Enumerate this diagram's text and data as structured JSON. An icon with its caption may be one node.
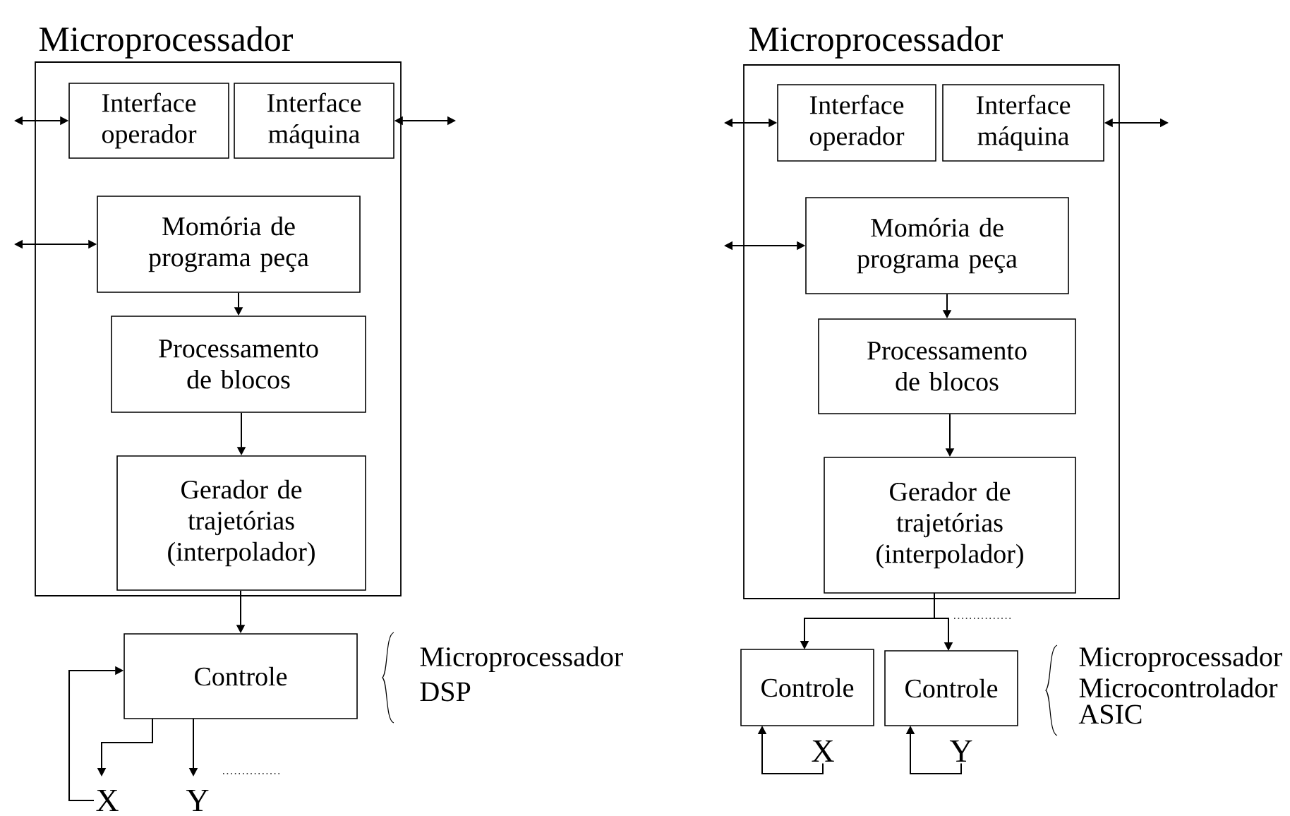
{
  "diagram": {
    "nodes": [
      {
        "text": [
          "Microprocessador"
        ]
      },
      {
        "text": [
          "Interface operador"
        ],
        "in": 0
      },
      {
        "text": [
          "Interface máquina"
        ],
        "in": 0
      },
      {
        "text": [
          "Momória de programa peça"
        ],
        "in": 0
      },
      {
        "text": [
          "Processamento de blocos"
        ],
        "in": 0
      },
      {
        "text": [
          "Gerador de trajetórias (interpolador)"
        ],
        "in": 0
      },
      {
        "text": [
          "Controle"
        ]
      },
      {
        "text": [
          "X"
        ]
      },
      {
        "text": [
          "Y"
        ]
      },
      {
        "text": [
          "Microprocessador"
        ]
      },
      {
        "text": [
          "Interface operador"
        ],
        "in": 9
      },
      {
        "text": [
          "Interface máquina"
        ],
        "in": 9
      },
      {
        "text": [
          "Momória de programa peça"
        ],
        "in": 9
      },
      {
        "text": [
          "Processamento de blocos"
        ],
        "in": 9
      },
      {
        "text": [
          "Gerador de trajetórias (interpolador)"
        ],
        "in": 9
      },
      {
        "text": [
          "Controle"
        ]
      },
      {
        "text": [
          "Controle"
        ]
      },
      {
        "text": [
          "X"
        ]
      },
      {
        "text": [
          "Y"
        ]
      }
    ],
    "edges": [
      {
        "from": null,
        "to": 1,
        "arrow": "both"
      },
      {
        "from": 2,
        "to": null,
        "arrow": "both"
      },
      {
        "from": null,
        "to": 3,
        "arrow": "both"
      },
      {
        "from": 3,
        "to": 4,
        "arrow": "to"
      },
      {
        "from": 4,
        "to": 5,
        "arrow": "to"
      },
      {
        "from": 5,
        "to": 6,
        "arrow": "to"
      },
      {
        "from": 6,
        "to": 7,
        "arrow": "to"
      },
      {
        "from": 6,
        "to": 8,
        "arrow": "to"
      },
      {
        "from": 7,
        "to": 6,
        "arrow": "to"
      },
      {
        "from": null,
        "to": 10,
        "arrow": "both"
      },
      {
        "from": 11,
        "to": null,
        "arrow": "both"
      },
      {
        "from": null,
        "to": 12,
        "arrow": "both"
      },
      {
        "from": 12,
        "to": 13,
        "arrow": "to"
      },
      {
        "from": 13,
        "to": 14,
        "arrow": "to"
      },
      {
        "from": 14,
        "to": 15,
        "arrow": "to"
      },
      {
        "from": 14,
        "to": 16,
        "arrow": "to"
      },
      {
        "from": 17,
        "to": 15,
        "arrow": "to"
      },
      {
        "from": 18,
        "to": 16,
        "arrow": "to"
      }
    ],
    "labels": [
      "Microprocessador",
      "DSP",
      "Microprocessador",
      "Microcontrolador",
      "ASIC"
    ]
  }
}
